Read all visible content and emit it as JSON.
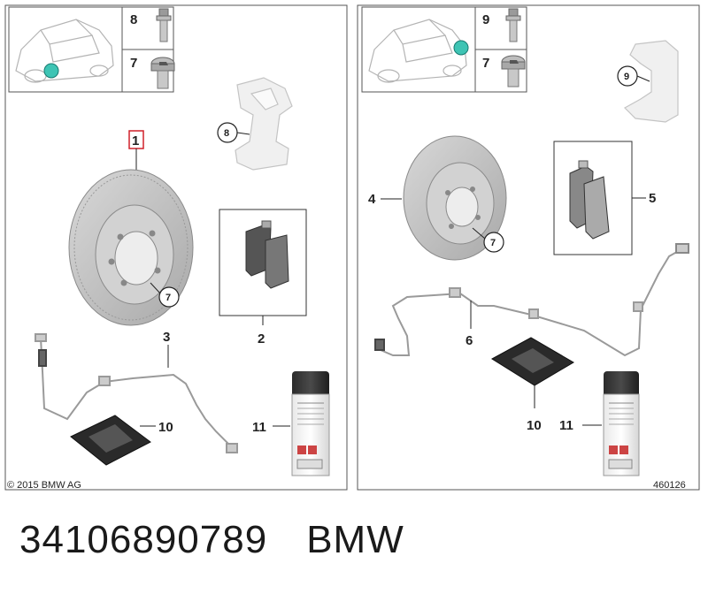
{
  "left_panel": {
    "inset_labels": [
      "8",
      "7"
    ],
    "callouts": {
      "disc": "1",
      "pads": "2",
      "sensor": "3",
      "grease": "10",
      "spray": "11"
    },
    "circled": {
      "bracket": "8",
      "bolt": "7"
    },
    "copyright": "© 2015 BMW AG"
  },
  "right_panel": {
    "inset_labels": [
      "9",
      "7"
    ],
    "callouts": {
      "disc": "4",
      "pads": "5",
      "sensor": "6",
      "grease": "10",
      "spray": "11"
    },
    "circled": {
      "bracket": "9",
      "bolt": "7"
    },
    "diagram_id": "460126"
  },
  "caption": {
    "part_number": "34106890789",
    "brand": "BMW"
  },
  "colors": {
    "highlight_box": "#d0202a",
    "indicator": "#3ec4b4",
    "disc": "#c8c8c8",
    "pad": "#555555"
  }
}
